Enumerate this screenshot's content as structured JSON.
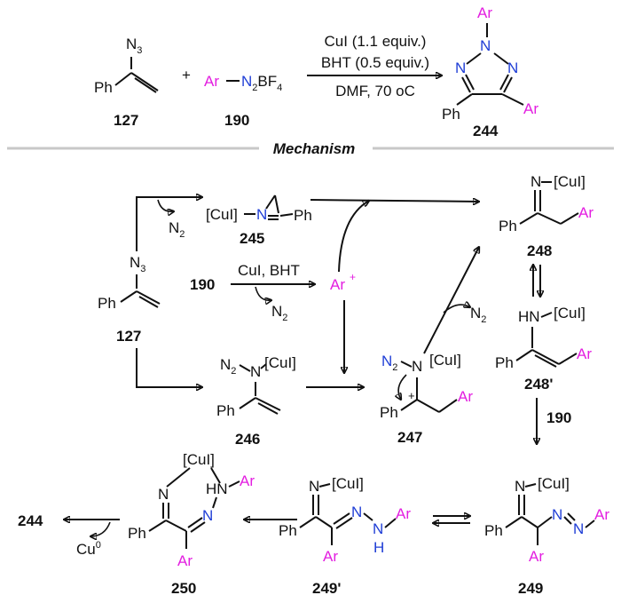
{
  "header": {
    "title": "Mechanism"
  },
  "colors": {
    "aryl": "#e31ee0",
    "nitrogen": "#1f3ed6",
    "bond": "#111111",
    "rule": "#c8c8c8"
  },
  "atoms": {
    "ar": "Ar",
    "ph": "Ph",
    "n": "N",
    "n3": "N3",
    "n2": "N2",
    "hn": "HN",
    "h": "H",
    "cu": "[CuI]",
    "cu0": "Cu0",
    "bf4": "BF4",
    "plus": "+"
  },
  "compounds": {
    "c127": "127",
    "c190": "190",
    "c244": "244",
    "c245": "245",
    "c246": "246",
    "c247": "247",
    "c248": "248",
    "c248p": "248'",
    "c249": "249",
    "c249p": "249'",
    "c250": "250"
  },
  "conditions": {
    "top_reagent_1": "CuI (1.1 equiv.)",
    "top_reagent_2": "BHT (0.5 equiv.)",
    "top_solvent": "DMF, 70 oC",
    "mid_reagent": "CuI, BHT"
  }
}
